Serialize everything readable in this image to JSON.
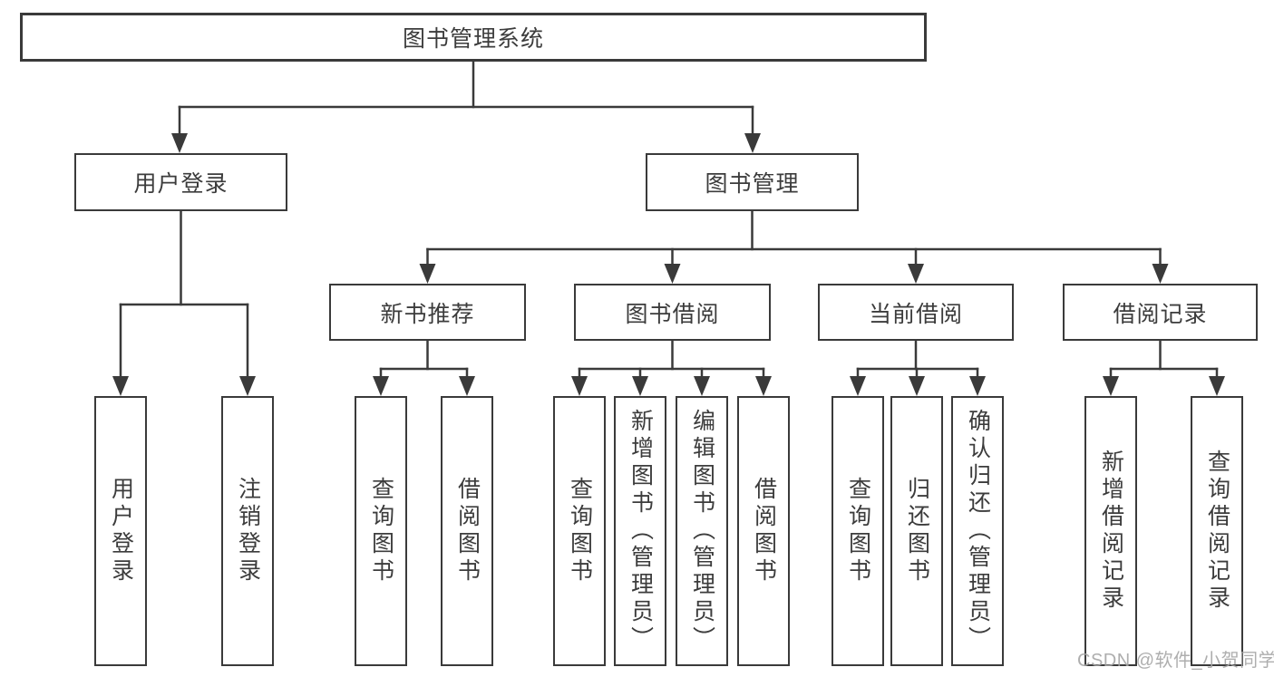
{
  "diagram_title": "图书管理系统",
  "tree": {
    "root": {
      "label": "图书管理系统",
      "children": [
        {
          "label": "用户登录",
          "children": [
            {
              "label": "用户登录"
            },
            {
              "label": "注销登录"
            }
          ]
        },
        {
          "label": "图书管理",
          "children": [
            {
              "label": "新书推荐",
              "children": [
                {
                  "label": "查询图书"
                },
                {
                  "label": "借阅图书"
                }
              ]
            },
            {
              "label": "图书借阅",
              "children": [
                {
                  "label": "查询图书"
                },
                {
                  "label": "新增图书（管理员）"
                },
                {
                  "label": "编辑图书（管理员）"
                },
                {
                  "label": "借阅图书"
                }
              ]
            },
            {
              "label": "当前借阅",
              "children": [
                {
                  "label": "查询图书"
                },
                {
                  "label": "归还图书"
                },
                {
                  "label": "确认归还（管理员）"
                }
              ]
            },
            {
              "label": "借阅记录",
              "children": [
                {
                  "label": "新增借阅记录"
                },
                {
                  "label": "查询借阅记录"
                }
              ]
            }
          ]
        }
      ]
    }
  },
  "watermark": {
    "text": "CSDN @软件_小贺同学"
  },
  "colors": {
    "line": "#3a3a3a",
    "text": "#3c3c3c",
    "background": "#ffffff",
    "watermark": "#a5a5a5"
  }
}
